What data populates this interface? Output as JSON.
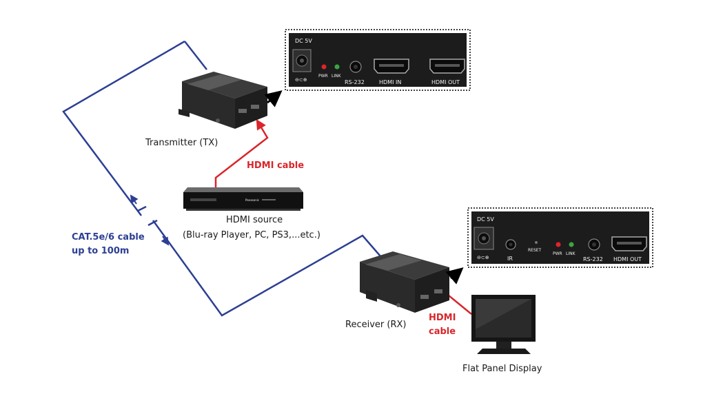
{
  "labels": {
    "transmitter": "Transmitter (TX)",
    "receiver": "Receiver (RX)",
    "hdmi_source": "HDMI source",
    "hdmi_source_examples": "(Blu-ray Player, PC, PS3,...etc.)",
    "display": "Flat Panel Display",
    "cable_tx": "HDMI  cable",
    "cable_rx_line1": "HDMI",
    "cable_rx_line2": "cable",
    "cat_line1": "CAT.5e/6 cable",
    "cat_line2": "up to 100m"
  },
  "tx_panel": {
    "dc": "DC 5V",
    "pwr": "PWR",
    "link": "LINK",
    "rs232": "RS-232",
    "hdmi_in": "HDMI IN",
    "hdmi_out": "HDMI OUT"
  },
  "rx_panel": {
    "dc": "DC 5V",
    "ir": "IR",
    "reset": "RESET",
    "pwr": "PWR",
    "link": "LINK",
    "rs232": "RS-232",
    "hdmi_out": "HDMI OUT"
  },
  "source_device_brand": "Panasonic",
  "colors": {
    "cat_cable": "#2c3f93",
    "hdmi_cable": "#d9262b",
    "panel_bg": "#1c1c1c",
    "pwr_led": "#e0242a",
    "link_led": "#3aa640"
  }
}
